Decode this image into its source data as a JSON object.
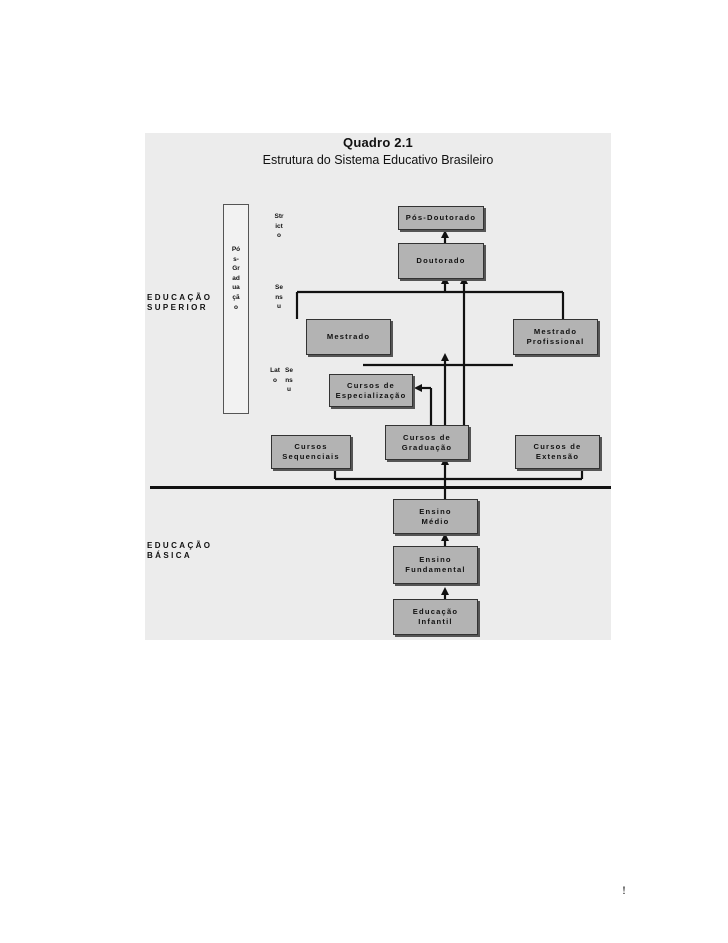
{
  "diagram": {
    "title": "Quadro 2.1",
    "subtitle": "Estrutura do Sistema Educativo Brasileiro",
    "levels": {
      "superior": "EDUCAÇÃO\nSUPERIOR",
      "basica": "EDUCAÇÃO\nBÁSICA"
    },
    "side_labels": {
      "pos_graduacao": "Pós-Graduação",
      "stricto": "Stricto",
      "sensu_1": "Sensu",
      "lato": "Lato",
      "sensu_2": "Sensu"
    },
    "boxes": {
      "pos_doutorado": "Pós-Doutorado",
      "doutorado": "Doutorado",
      "mestrado": "Mestrado",
      "mestrado_profissional": "Mestrado\nProfissional",
      "especializacao": "Cursos de\nEspecialização",
      "sequenciais": "Cursos\nSequenciais",
      "graduacao": "Cursos de\nGraduação",
      "extensao": "Cursos de\nExtensão",
      "ensino_medio": "Ensino\nMédio",
      "ensino_fundamental": "Ensino\nFundamental",
      "educacao_infantil": "Educação\nInfantil"
    }
  },
  "page": {
    "number": "!"
  }
}
